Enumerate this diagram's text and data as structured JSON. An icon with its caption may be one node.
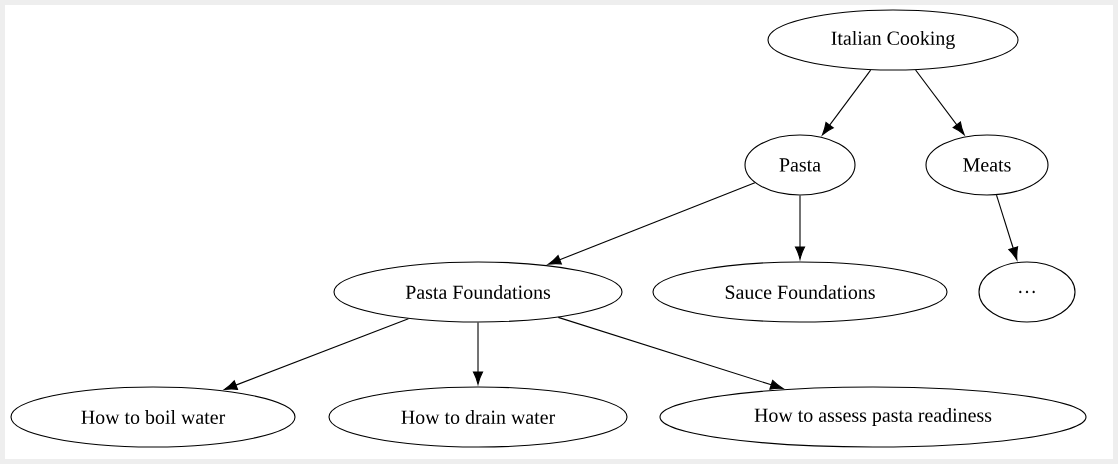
{
  "diagram": {
    "nodes": [
      {
        "text": [
          "Italian Cooking"
        ]
      },
      {
        "text": [
          "Pasta"
        ]
      },
      {
        "text": [
          "Meats"
        ]
      },
      {
        "text": [
          "Pasta Foundations"
        ]
      },
      {
        "text": [
          "Sauce Foundations"
        ]
      },
      {
        "text": [
          "…"
        ]
      },
      {
        "text": [
          "How to boil water"
        ]
      },
      {
        "text": [
          "How to drain water"
        ]
      },
      {
        "text": [
          "How to assess pasta readiness"
        ]
      }
    ],
    "edges": [
      {
        "from": 0,
        "to": 1,
        "arrow": "to"
      },
      {
        "from": 0,
        "to": 2,
        "arrow": "to"
      },
      {
        "from": 1,
        "to": 3,
        "arrow": "to"
      },
      {
        "from": 1,
        "to": 4,
        "arrow": "to"
      },
      {
        "from": 2,
        "to": 5,
        "arrow": "to"
      },
      {
        "from": 3,
        "to": 6,
        "arrow": "to"
      },
      {
        "from": 3,
        "to": 7,
        "arrow": "to"
      },
      {
        "from": 3,
        "to": 8,
        "arrow": "to"
      }
    ]
  }
}
